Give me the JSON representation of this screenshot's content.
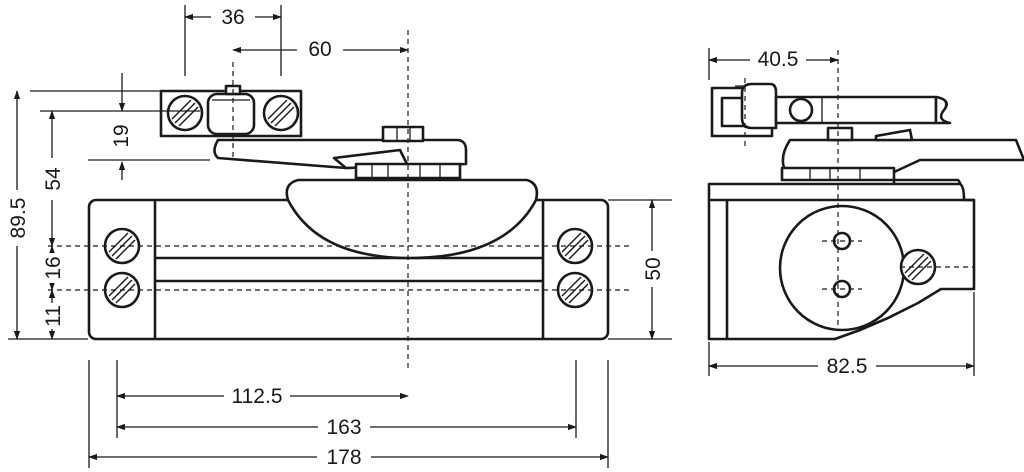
{
  "dimensions": {
    "d36": "36",
    "d60": "60",
    "d19": "19",
    "d54": "54",
    "d89_5": "89.5",
    "d16": "16",
    "d11": "11",
    "d50": "50",
    "d112_5": "112.5",
    "d163": "163",
    "d178": "178",
    "d40_5": "40.5",
    "d82_5": "82.5"
  },
  "colors": {
    "line": "#1a1a1a",
    "background": "#ffffff"
  }
}
